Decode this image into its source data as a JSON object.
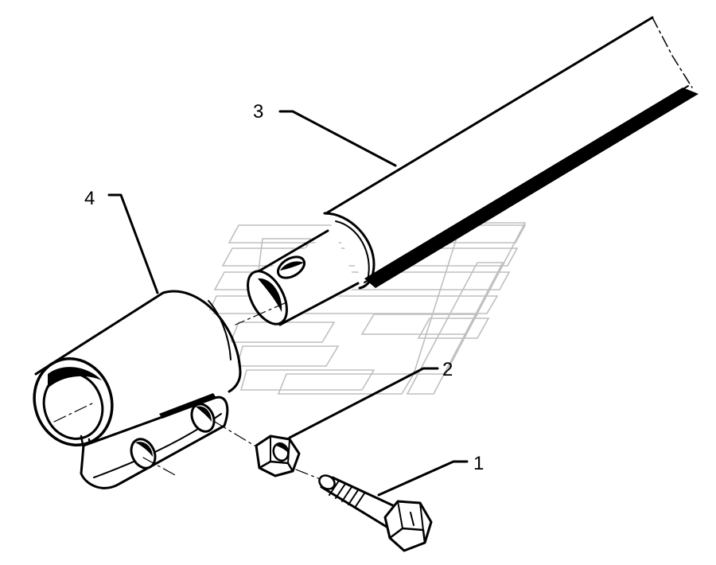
{
  "diagram": {
    "callouts": [
      {
        "id": "1",
        "label": "1",
        "part": "bolt"
      },
      {
        "id": "2",
        "label": "2",
        "part": "nut"
      },
      {
        "id": "3",
        "label": "3",
        "part": "shaft"
      },
      {
        "id": "4",
        "label": "4",
        "part": "clamp-coupling"
      }
    ],
    "colors": {
      "ink": "#000000",
      "paper": "#ffffff",
      "watermark": "#bfbfbf"
    }
  }
}
